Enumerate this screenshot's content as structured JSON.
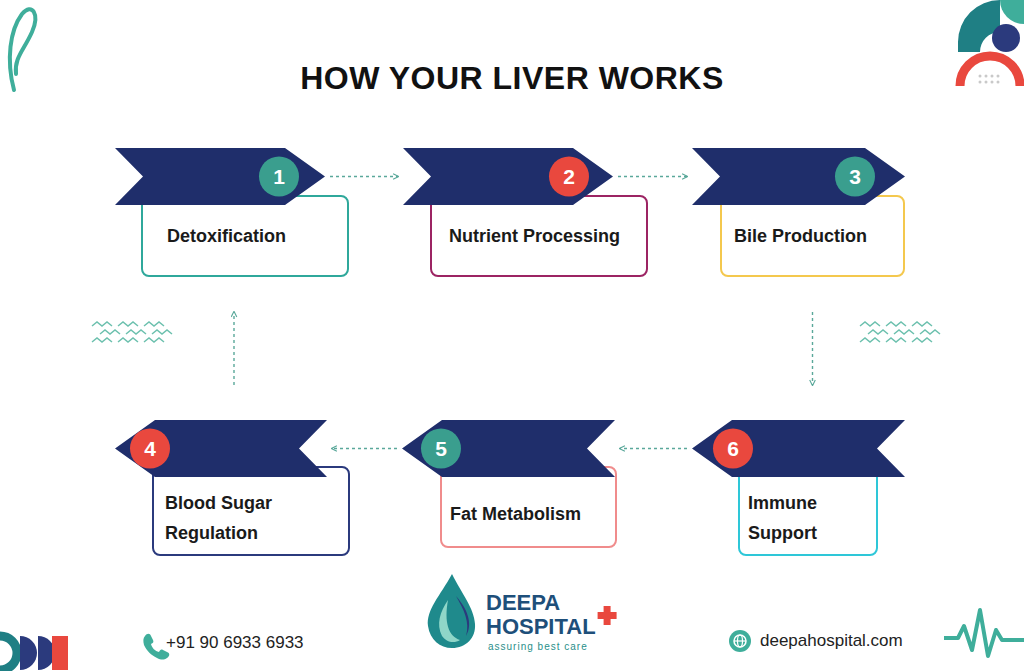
{
  "diagram": {
    "title": "HOW YOUR LIVER WORKS",
    "nodes": [
      {
        "text": [
          "1"
        ]
      },
      {
        "text": [
          "Detoxification"
        ]
      },
      {
        "text": [
          "2"
        ]
      },
      {
        "text": [
          "Nutrient Processing"
        ]
      },
      {
        "text": [
          "3"
        ]
      },
      {
        "text": [
          "Bile Production"
        ]
      },
      {
        "text": [
          "4"
        ]
      },
      {
        "text": [
          "Blood Sugar Regulation"
        ]
      },
      {
        "text": [
          "5"
        ]
      },
      {
        "text": [
          "Fat Metabolism"
        ]
      },
      {
        "text": [
          "6"
        ]
      },
      {
        "text": [
          "Immune Support"
        ]
      }
    ],
    "edges": [
      {
        "from": 0,
        "to": 2,
        "arrow": "to"
      },
      {
        "from": 2,
        "to": 4,
        "arrow": "to"
      },
      {
        "from": 5,
        "to": 10,
        "arrow": "to"
      },
      {
        "from": 10,
        "to": 8,
        "arrow": "to"
      },
      {
        "from": 8,
        "to": 6,
        "arrow": "to"
      },
      {
        "from": 6,
        "to": 1,
        "arrow": "to"
      }
    ],
    "labels": [
      "DEEPA",
      "HOSPITAL",
      "assuring best care",
      "+91 90 6933 6933",
      "deepahospital.com"
    ]
  }
}
